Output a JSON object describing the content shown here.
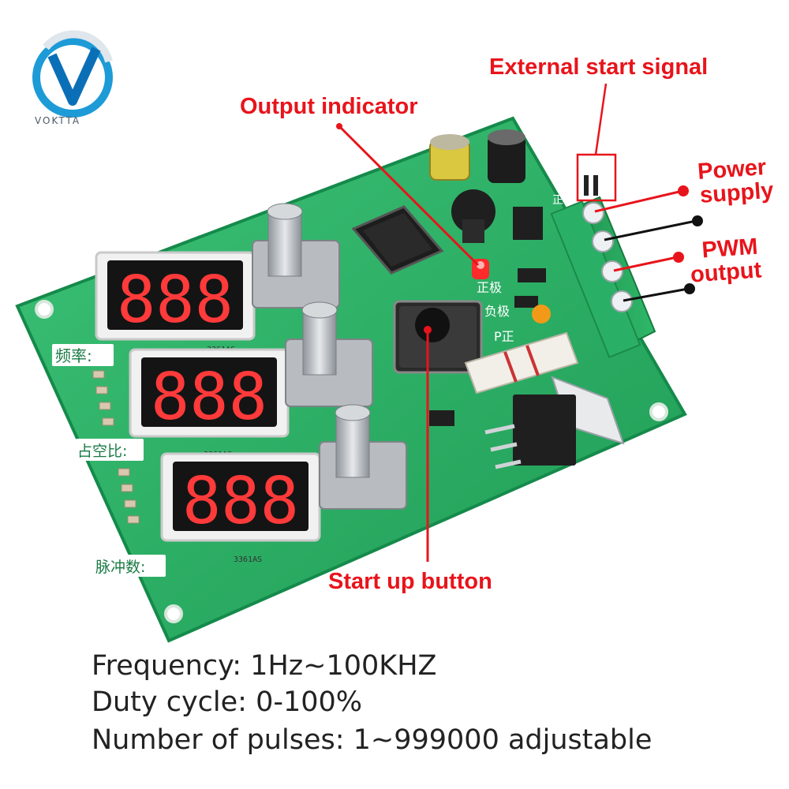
{
  "brand": {
    "name": "VOKTTA",
    "colors": {
      "ring": "#1d9bd7",
      "ring_accent": "#dfe6ec",
      "letter": "#0b6fb8"
    }
  },
  "callouts": {
    "external_start": "External start signal",
    "output_indicator": "Output indicator",
    "power_supply": [
      "Power",
      "supply"
    ],
    "pwm_output": [
      "PWM",
      "output"
    ],
    "start_button": "Start up button"
  },
  "board": {
    "display_labels": [
      "频率:",
      "占空比:",
      "脉冲数:"
    ],
    "display_text": [
      "888",
      "888",
      "888"
    ],
    "display_model": "3361AS",
    "terminal_labels": [
      "正极",
      "负极",
      "P正"
    ],
    "pin_label": "正极"
  },
  "specs": [
    "Frequency: 1Hz~100KHZ",
    "Duty cycle: 0-100%",
    "Number of pulses: 1~999000 adjustable"
  ],
  "colors": {
    "annotation": "#e8141b",
    "pcb": "#2ab367",
    "pcb_dark": "#179652",
    "segment_on": "#ff3a3a",
    "terminal": "#27a860"
  }
}
